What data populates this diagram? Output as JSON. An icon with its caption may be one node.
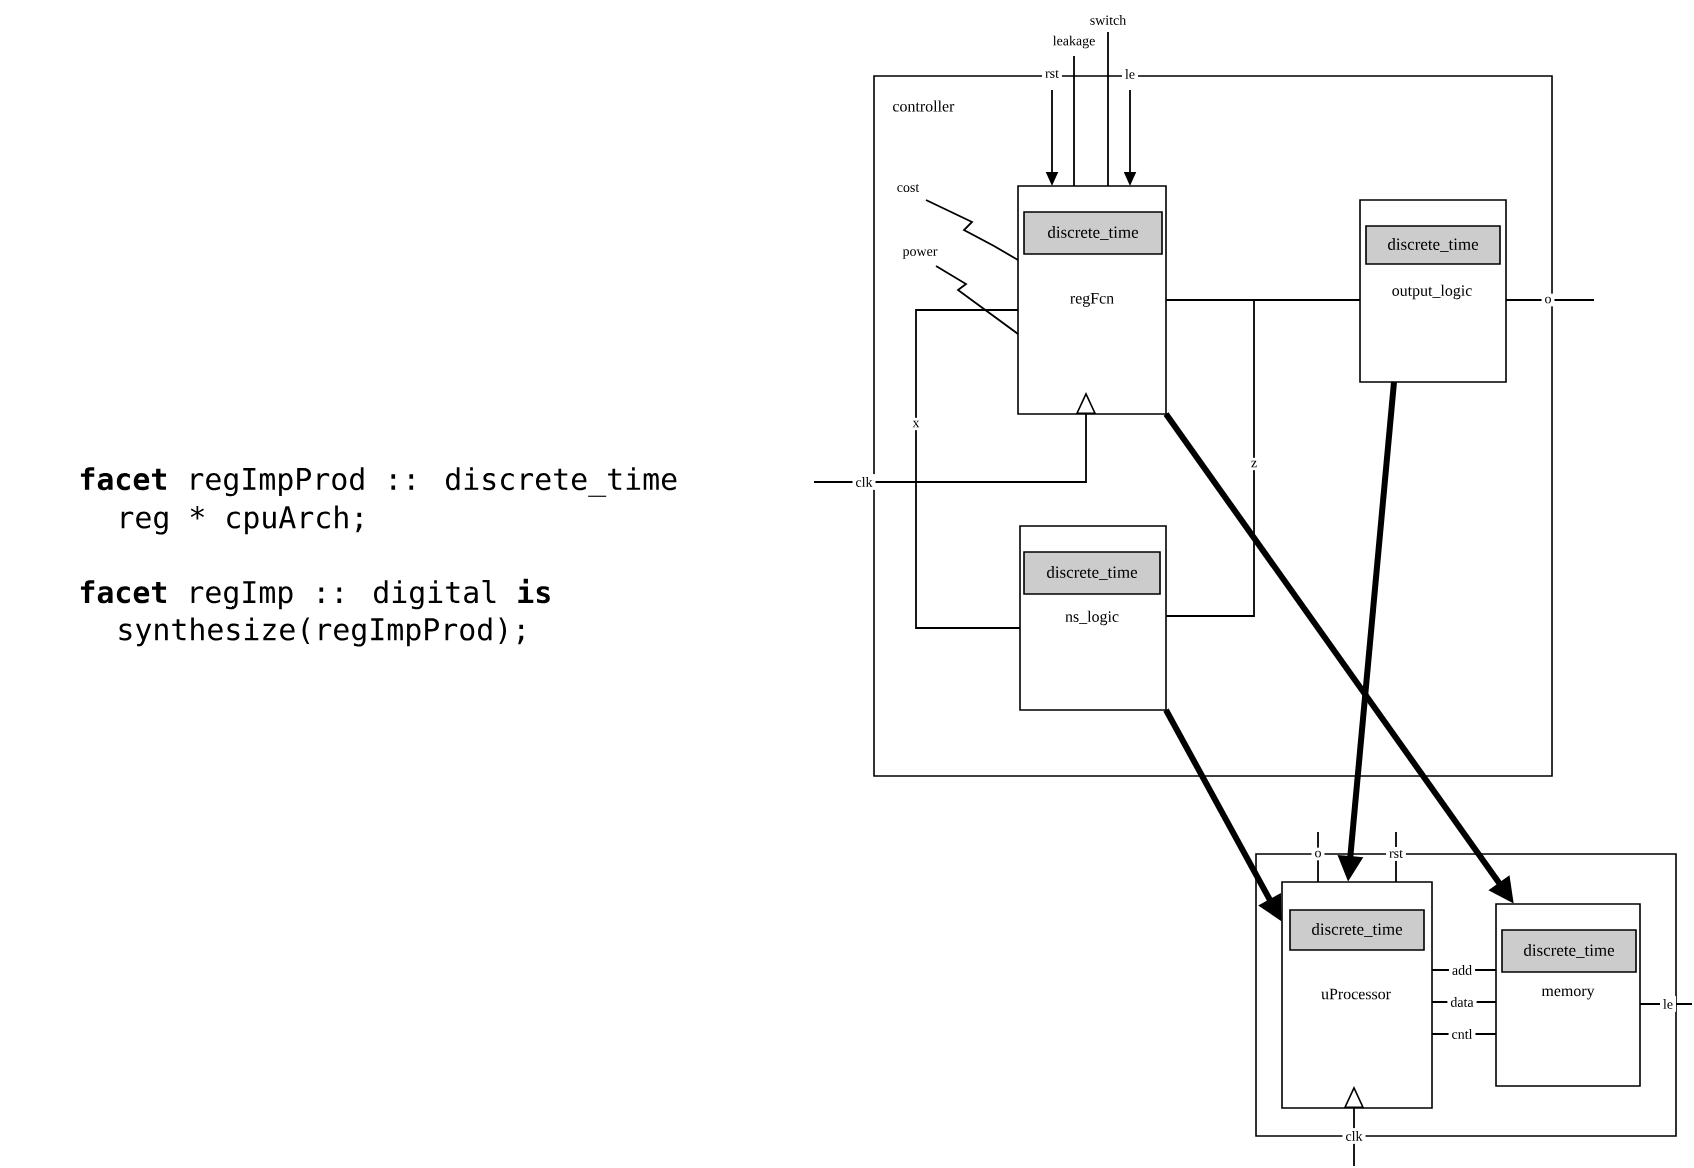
{
  "diagram": {
    "nodes": [
      {
        "text": [
          "controller"
        ]
      },
      {
        "text": [
          "regFcn"
        ],
        "in": 0
      },
      {
        "text": [
          "discrete_time"
        ],
        "in": 1
      },
      {
        "text": [
          "output_logic"
        ],
        "in": 0
      },
      {
        "text": [
          "discrete_time"
        ],
        "in": 3
      },
      {
        "text": [
          "ns_logic"
        ],
        "in": 0
      },
      {
        "text": [
          "discrete_time"
        ],
        "in": 5
      },
      {
        "text": [],
        "shape": "box"
      },
      {
        "text": [
          "uProcessor"
        ],
        "in": 7
      },
      {
        "text": [
          "discrete_time"
        ],
        "in": 8
      },
      {
        "text": [
          "memory"
        ],
        "in": 7
      },
      {
        "text": [
          "discrete_time"
        ],
        "in": 10
      }
    ],
    "edges": [
      {
        "from": null,
        "to": 1,
        "arrow": "to",
        "label": "rst"
      },
      {
        "from": null,
        "to": 1,
        "arrow": "none",
        "label": "leakage"
      },
      {
        "from": null,
        "to": 1,
        "arrow": "none",
        "label": "switch"
      },
      {
        "from": null,
        "to": 1,
        "arrow": "to",
        "label": "le"
      },
      {
        "from": null,
        "to": 1,
        "arrow": "none",
        "label": "cost"
      },
      {
        "from": null,
        "to": 1,
        "arrow": "none",
        "label": "power"
      },
      {
        "from": null,
        "to": 1,
        "arrow": "to",
        "label": "clk"
      },
      {
        "from": 1,
        "to": 3,
        "arrow": "none"
      },
      {
        "from": 1,
        "to": 5,
        "arrow": "none",
        "label": "x"
      },
      {
        "from": 5,
        "to": 1,
        "arrow": "none",
        "label": "z"
      },
      {
        "from": 3,
        "to": null,
        "arrow": "none",
        "label": "o"
      },
      {
        "from": 1,
        "to": 10,
        "arrow": "to",
        "style": "thick"
      },
      {
        "from": 5,
        "to": 8,
        "arrow": "to",
        "style": "thick"
      },
      {
        "from": 3,
        "to": 8,
        "arrow": "to",
        "style": "thick"
      },
      {
        "from": 8,
        "to": null,
        "arrow": "none",
        "label": "o"
      },
      {
        "from": 8,
        "to": null,
        "arrow": "none",
        "label": "rst"
      },
      {
        "from": 8,
        "to": 10,
        "arrow": "none",
        "label": "add"
      },
      {
        "from": 8,
        "to": 10,
        "arrow": "none",
        "label": "data"
      },
      {
        "from": 8,
        "to": 10,
        "arrow": "none",
        "label": "cntl"
      },
      {
        "from": 10,
        "to": null,
        "arrow": "none",
        "label": "le"
      },
      {
        "from": null,
        "to": 8,
        "arrow": "to",
        "label": "clk"
      }
    ],
    "labels": [
      "**facet** regImpProd :: discrete_time",
      "reg * cpuArch;",
      "**facet** regImp :: digital **is**",
      "synthesize(regImpProd);"
    ]
  }
}
